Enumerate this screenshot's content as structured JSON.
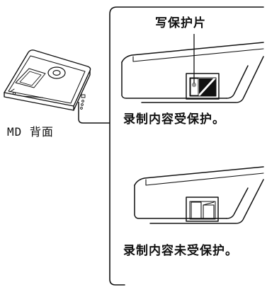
{
  "disc_label": "MD 背面",
  "tab_label": "写保护片",
  "protected_caption": "录制内容受保护。",
  "unprotected_caption": "录制内容未受保护。",
  "colors": {
    "line": "#111111",
    "tab_dark": "#111111",
    "tab_dot": "#999999",
    "background": "#ffffff"
  }
}
